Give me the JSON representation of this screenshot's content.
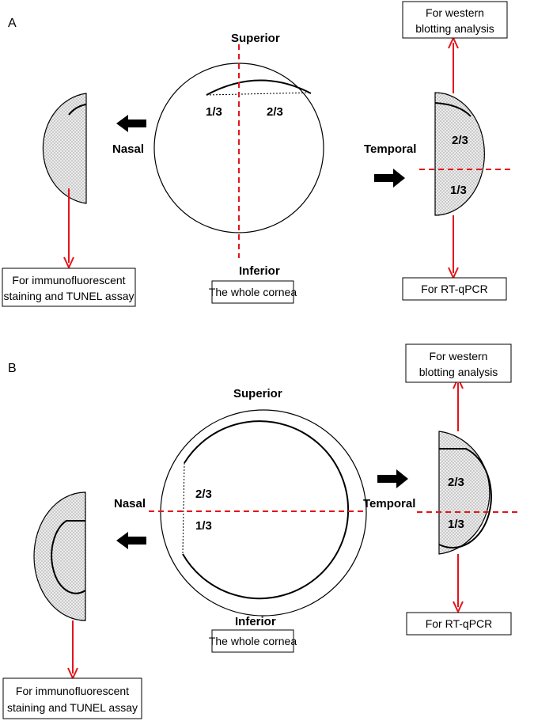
{
  "colors": {
    "red": "#e3141b",
    "black": "#000000",
    "fill": "#e4e4e4"
  },
  "panel_a": {
    "letter": "A",
    "superior": "Superior",
    "inferior": "Inferior",
    "nasal": "Nasal",
    "temporal": "Temporal",
    "one_third": "1/3",
    "two_thirds": "2/3",
    "whole_cornea": "The whole cornea",
    "right_top_frac": "2/3",
    "right_bottom_frac": "1/3",
    "western_line1": "For western",
    "western_line2": "blotting analysis",
    "rtqpcr": "For RT-qPCR",
    "immuno_line1": "For immunofluorescent",
    "immuno_line2": "staining and TUNEL assay"
  },
  "panel_b": {
    "letter": "B",
    "superior": "Superior",
    "inferior": "Inferior",
    "nasal": "Nasal",
    "temporal": "Temporal",
    "two_thirds": "2/3",
    "one_third": "1/3",
    "whole_cornea": "The whole cornea",
    "right_top_frac": "2/3",
    "right_bottom_frac": "1/3",
    "western_line1": "For western",
    "western_line2": "blotting analysis",
    "rtqpcr": "For RT-qPCR",
    "immuno_line1": "For immunofluorescent",
    "immuno_line2": "staining and TUNEL assay"
  }
}
